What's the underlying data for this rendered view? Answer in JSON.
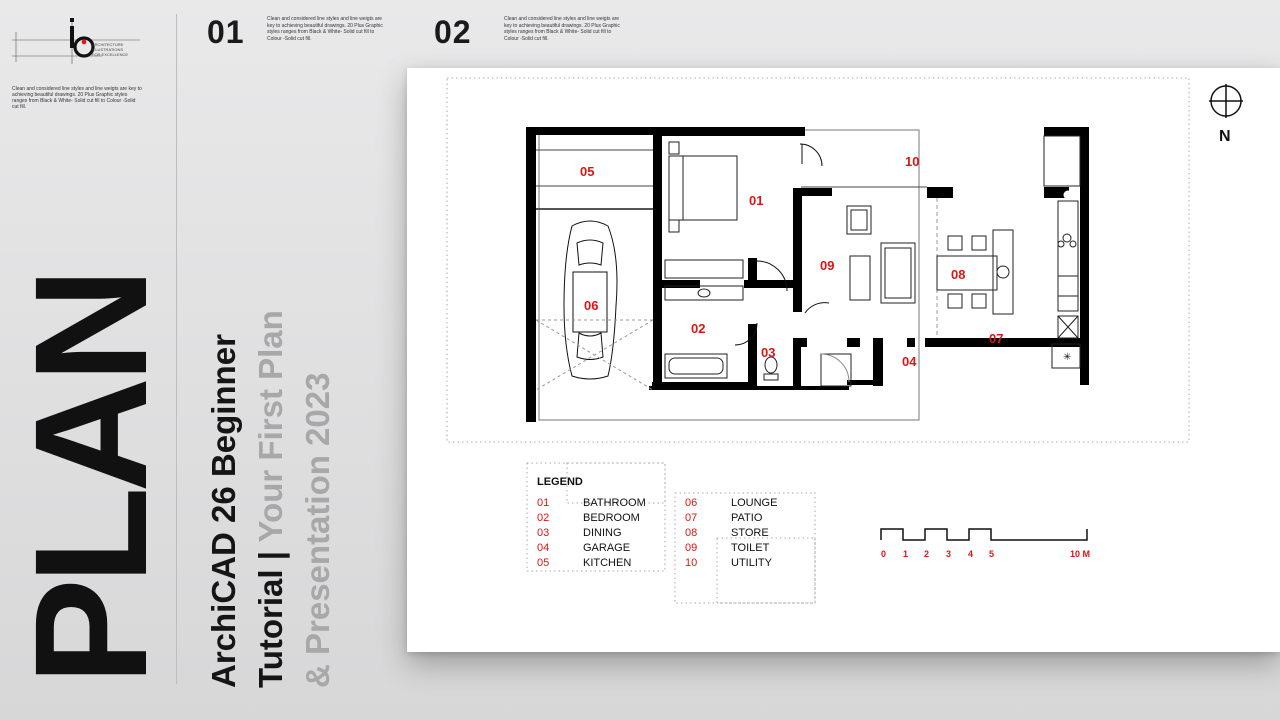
{
  "logo": {
    "letters": "bi",
    "tagline": "ARCHITECTURE ILLUSTRATIONS FOR EXCELLENCE"
  },
  "side_description": "Clean and considered line styles and line weigts are key to achieving beautiful drawings. 20 Plus Graphic styles ranges from Black & White- Solid cut fill to Colour -Solid cut fill.",
  "blocks": [
    {
      "num": "01",
      "desc": "Clean and considered line styles and line weigts are key to achieving beautiful drawings. 20 Plus Graphic styles ranges from Black & White- Solid cut fill to Colour -Solid cut fill."
    },
    {
      "num": "02",
      "desc": "Clean and considered line styles and line weigts are key to achieving beautiful drawings. 20 Plus Graphic styles ranges from Black & White- Solid cut fill to Colour -Solid cut fill."
    }
  ],
  "big_title": "PLAN",
  "title_line1": "ArchiCAD 26 Beginner",
  "title_line2_dark": "Tutorial | ",
  "title_line2_light": "Your First Plan",
  "title_line3": "& Presentation 2023",
  "north_label": "N",
  "legend": {
    "title": "LEGEND",
    "col1": [
      {
        "num": "01",
        "label": "BATHROOM"
      },
      {
        "num": "02",
        "label": "BEDROOM"
      },
      {
        "num": "03",
        "label": "DINING"
      },
      {
        "num": "04",
        "label": "GARAGE"
      },
      {
        "num": "05",
        "label": "KITCHEN"
      }
    ],
    "col2": [
      {
        "num": "06",
        "label": "LOUNGE"
      },
      {
        "num": "07",
        "label": "PATIO"
      },
      {
        "num": "08",
        "label": "STORE"
      },
      {
        "num": "09",
        "label": "TOILET"
      },
      {
        "num": "10",
        "label": "UTILITY"
      }
    ]
  },
  "scale_labels": [
    "0",
    "1",
    "2",
    "3",
    "4",
    "5",
    "10 M"
  ],
  "room_tags": [
    "05",
    "01",
    "10",
    "09",
    "08",
    "06",
    "02",
    "03",
    "04",
    "07"
  ],
  "colors": {
    "accent": "#e01414",
    "wall": "#000000",
    "background": "#e2e2e3"
  }
}
